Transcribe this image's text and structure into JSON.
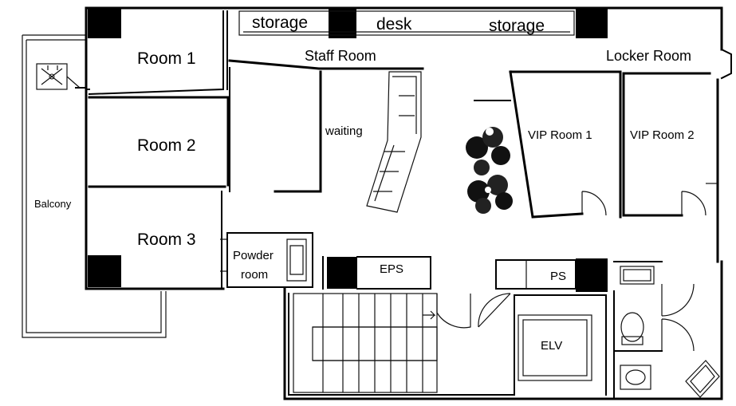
{
  "labels": {
    "storage_left": "storage",
    "desk": "desk",
    "storage_right": "storage",
    "staff_room": "Staff Room",
    "locker_room": "Locker Room",
    "room1": "Room 1",
    "room2": "Room 2",
    "room3": "Room 3",
    "waiting": "waiting",
    "vip1": "VIP Room 1",
    "vip2": "VIP Room 2",
    "balcony": "Balcony",
    "powder_line1": "Powder",
    "powder_line2": "room",
    "eps": "EPS",
    "ps": "PS",
    "elv": "ELV"
  }
}
